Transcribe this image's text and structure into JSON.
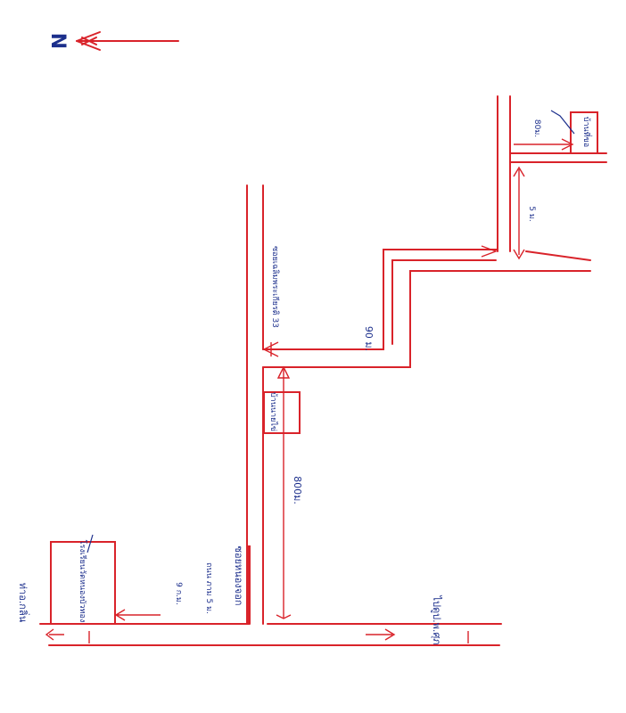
{
  "north": {
    "label": "N",
    "arrow_color": "#d9232a",
    "label_color": "#1c2f8c"
  },
  "colors": {
    "road": "#d9232a",
    "ink": "#1c2f8c",
    "paper": "#ffffff"
  },
  "labels": {
    "road_left_end": "ท่าอ.กลิ่น",
    "road_right_end": "ไปดูป.พ.ศุภ",
    "school_building": "โรงเรียนวัดหนองบัวทอง",
    "school_note": "ถนน ภาม 5 ม.",
    "main_soi_name": "ซอยหนองจอก",
    "alley_name": "ซอยเฉลิมพระเกียรติ 33",
    "roadside_building": "บ้านนายไข่",
    "target_building": "บ้านที่ขอ"
  },
  "distances": {
    "school_gap": "9 ก.ม.",
    "main_soi_length": "800ม.",
    "alley_length": "90 ม.",
    "upper_segment": "5 ม.",
    "final_segment": "80ม."
  }
}
